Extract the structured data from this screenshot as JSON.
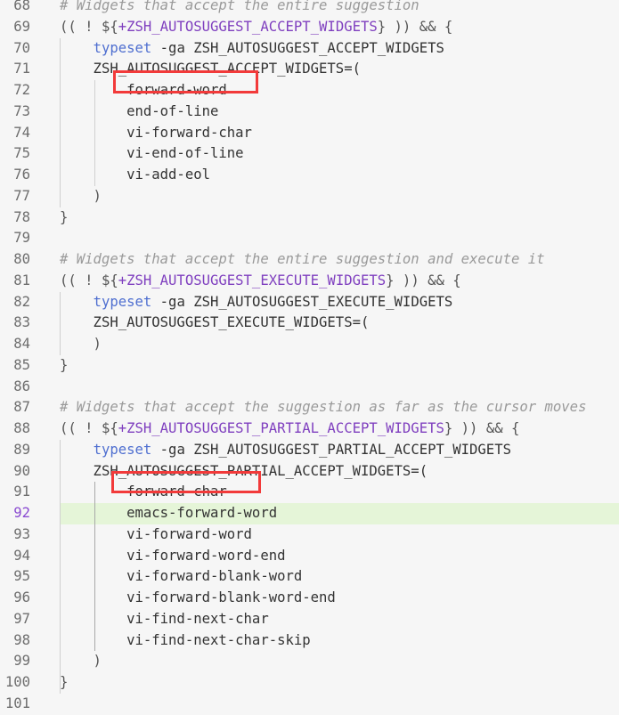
{
  "editor": {
    "lines": [
      {
        "num": "68",
        "parts": [
          {
            "t": "# Widgets that accept the entire suggestion",
            "c": "cm"
          }
        ]
      },
      {
        "num": "69",
        "parts": [
          {
            "t": "(( ! ${",
            "c": "pn"
          },
          {
            "t": "+ZSH_AUTOSUGGEST_ACCEPT_WIDGETS",
            "c": "var"
          },
          {
            "t": "} )) && {",
            "c": "pn"
          }
        ]
      },
      {
        "num": "70",
        "parts": [
          {
            "t": "    "
          },
          {
            "t": "typeset",
            "c": "kw"
          },
          {
            "t": " -ga ZSH_AUTOSUGGEST_ACCEPT_WIDGETS"
          }
        ]
      },
      {
        "num": "71",
        "parts": [
          {
            "t": "    ZSH_AUTOSUGGEST_ACCEPT_WIDGETS=("
          }
        ]
      },
      {
        "num": "72",
        "parts": [
          {
            "t": "        forward-word"
          }
        ]
      },
      {
        "num": "73",
        "parts": [
          {
            "t": "        end-of-line"
          }
        ]
      },
      {
        "num": "74",
        "parts": [
          {
            "t": "        vi-forward-char"
          }
        ]
      },
      {
        "num": "75",
        "parts": [
          {
            "t": "        vi-end-of-line"
          }
        ]
      },
      {
        "num": "76",
        "parts": [
          {
            "t": "        vi-add-eol"
          }
        ]
      },
      {
        "num": "77",
        "parts": [
          {
            "t": "    )",
            "c": "pn"
          }
        ]
      },
      {
        "num": "78",
        "parts": [
          {
            "t": "}",
            "c": "pn"
          }
        ]
      },
      {
        "num": "79",
        "parts": []
      },
      {
        "num": "80",
        "parts": [
          {
            "t": "# Widgets that accept the entire suggestion and execute it",
            "c": "cm"
          }
        ]
      },
      {
        "num": "81",
        "parts": [
          {
            "t": "(( ! ${",
            "c": "pn"
          },
          {
            "t": "+ZSH_AUTOSUGGEST_EXECUTE_WIDGETS",
            "c": "var"
          },
          {
            "t": "} )) && {",
            "c": "pn"
          }
        ]
      },
      {
        "num": "82",
        "parts": [
          {
            "t": "    "
          },
          {
            "t": "typeset",
            "c": "kw"
          },
          {
            "t": " -ga ZSH_AUTOSUGGEST_EXECUTE_WIDGETS"
          }
        ]
      },
      {
        "num": "83",
        "parts": [
          {
            "t": "    ZSH_AUTOSUGGEST_EXECUTE_WIDGETS=("
          }
        ]
      },
      {
        "num": "84",
        "parts": [
          {
            "t": "    )",
            "c": "pn"
          }
        ]
      },
      {
        "num": "85",
        "parts": [
          {
            "t": "}",
            "c": "pn"
          }
        ]
      },
      {
        "num": "86",
        "parts": []
      },
      {
        "num": "87",
        "parts": [
          {
            "t": "# Widgets that accept the suggestion as far as the cursor moves",
            "c": "cm"
          }
        ]
      },
      {
        "num": "88",
        "parts": [
          {
            "t": "(( ! ${",
            "c": "pn"
          },
          {
            "t": "+ZSH_AUTOSUGGEST_PARTIAL_ACCEPT_WIDGETS",
            "c": "var"
          },
          {
            "t": "} )) && {",
            "c": "pn"
          }
        ]
      },
      {
        "num": "89",
        "parts": [
          {
            "t": "    "
          },
          {
            "t": "typeset",
            "c": "kw"
          },
          {
            "t": " -ga ZSH_AUTOSUGGEST_PARTIAL_ACCEPT_WIDGETS"
          }
        ]
      },
      {
        "num": "90",
        "parts": [
          {
            "t": "    ZSH_AUTOSUGGEST_PARTIAL_ACCEPT_WIDGETS=("
          }
        ]
      },
      {
        "num": "91",
        "parts": [
          {
            "t": "        forward-char"
          }
        ]
      },
      {
        "num": "92",
        "parts": [
          {
            "t": "        emacs-forward-word"
          }
        ],
        "highlight": true
      },
      {
        "num": "93",
        "parts": [
          {
            "t": "        vi-forward-word"
          }
        ]
      },
      {
        "num": "94",
        "parts": [
          {
            "t": "        vi-forward-word-end"
          }
        ]
      },
      {
        "num": "95",
        "parts": [
          {
            "t": "        vi-forward-blank-word"
          }
        ]
      },
      {
        "num": "96",
        "parts": [
          {
            "t": "        vi-forward-blank-word-end"
          }
        ]
      },
      {
        "num": "97",
        "parts": [
          {
            "t": "        vi-find-next-char"
          }
        ]
      },
      {
        "num": "98",
        "parts": [
          {
            "t": "        vi-find-next-char-skip"
          }
        ]
      },
      {
        "num": "99",
        "parts": [
          {
            "t": "    )",
            "c": "pn"
          }
        ]
      },
      {
        "num": "100",
        "parts": [
          {
            "t": "}",
            "c": "pn"
          }
        ]
      },
      {
        "num": "101",
        "parts": []
      }
    ],
    "active_line": "92",
    "annotations": [
      {
        "label": "forward-word",
        "line": "72",
        "color": "#f23a3a"
      },
      {
        "label": "forward-char",
        "line": "91",
        "color": "#f23a3a"
      }
    ]
  },
  "colors": {
    "background": "#f6f6f6",
    "highlight_line": "#e5f5d8",
    "keyword": "#4f6fd0",
    "variable": "#7f3fbf",
    "comment": "#9a9a9a",
    "annotation_box": "#f23a3a"
  }
}
